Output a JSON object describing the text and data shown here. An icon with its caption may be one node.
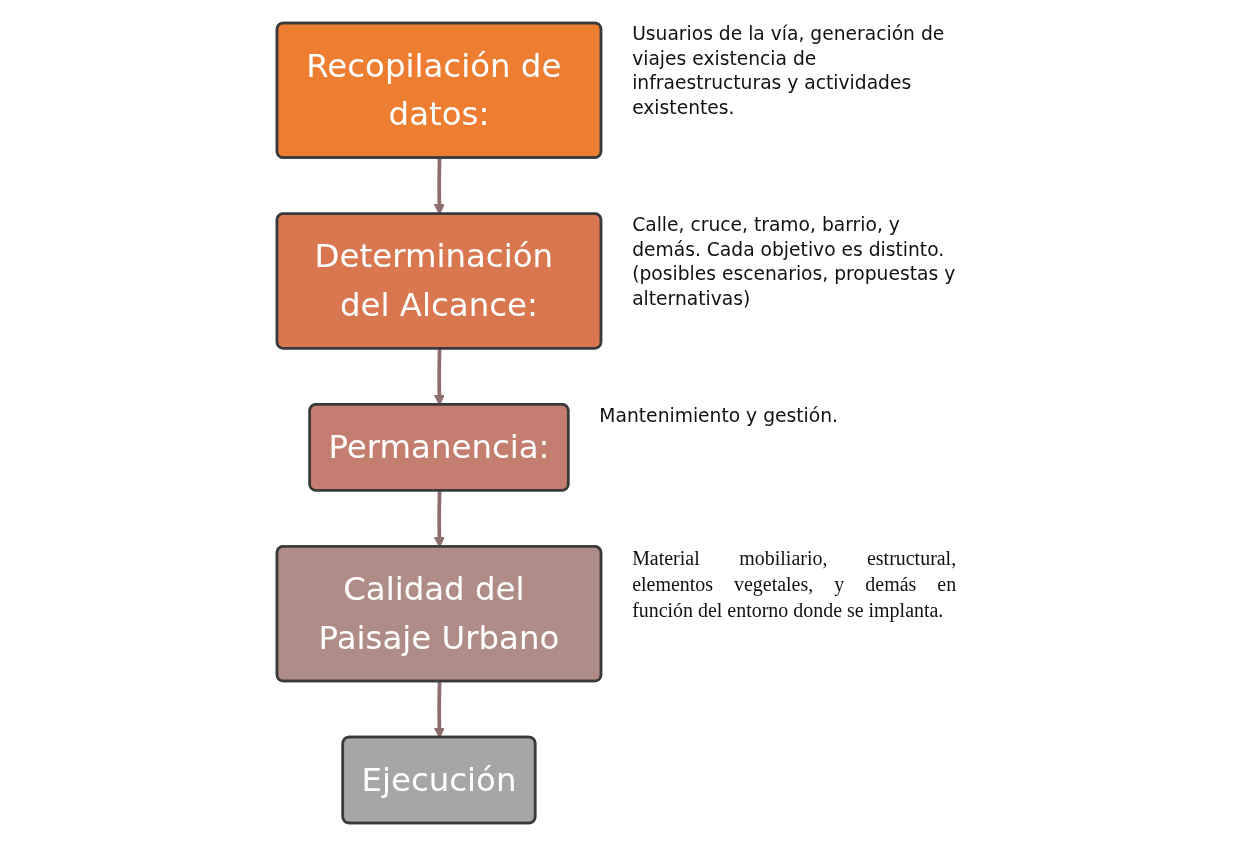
{
  "diagram": {
    "nodes": [
      {
        "text": [
          "Recopilación de datos:"
        ],
        "beside": [
          "Usuarios de la vía, generación de viajes existencia de infraestructuras y actividades existentes."
        ]
      },
      {
        "text": [
          "Determinación del Alcance:"
        ],
        "beside": [
          "Calle, cruce, tramo, barrio, y demás. Cada objetivo es distinto. (posibles escenarios, propuestas y alternativas)"
        ]
      },
      {
        "text": [
          "Permanencia:"
        ],
        "beside": [
          "Mantenimiento y gestión."
        ]
      },
      {
        "text": [
          "Calidad del Paisaje Urbano"
        ],
        "beside": [
          "Material mobiliario, estructural, elementos vegetales, y demás en función del entorno donde se implanta."
        ]
      },
      {
        "text": [
          "Ejecución"
        ]
      }
    ],
    "edges": [
      {
        "from": 0,
        "to": 1,
        "arrow": "to"
      },
      {
        "from": 1,
        "to": 2,
        "arrow": "to"
      },
      {
        "from": 2,
        "to": 3,
        "arrow": "to"
      },
      {
        "from": 3,
        "to": 4,
        "arrow": "to"
      }
    ]
  }
}
